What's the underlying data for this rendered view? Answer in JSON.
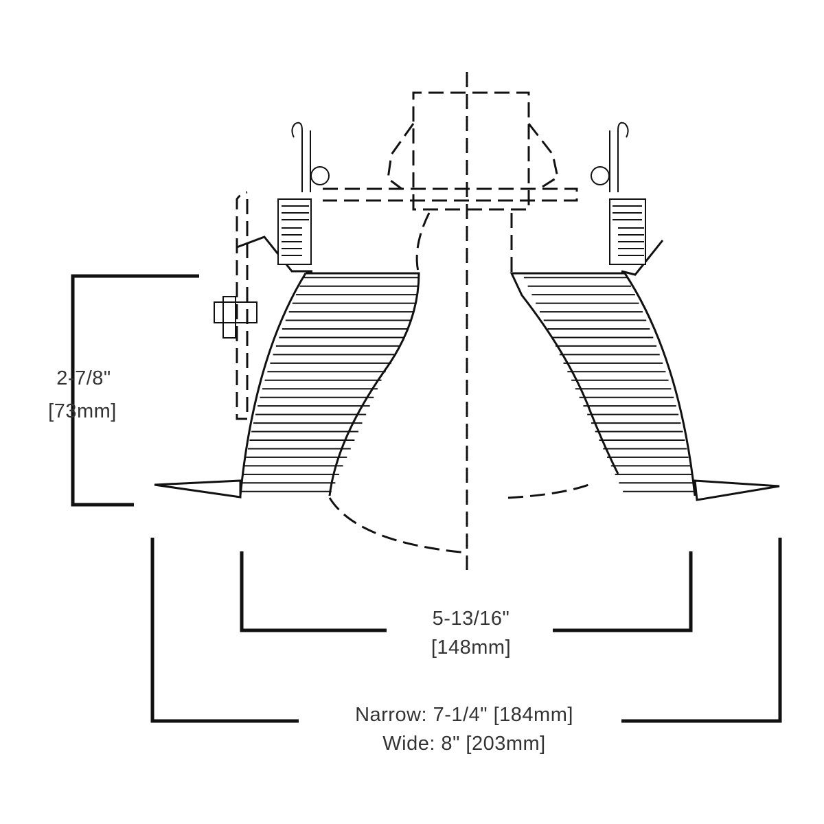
{
  "diagram": {
    "height_dimension": {
      "imperial": "2-7/8\"",
      "metric": "[73mm]"
    },
    "aperture_dimension": {
      "imperial": "5-13/16\"",
      "metric": "[148mm]"
    },
    "flange_dimension": {
      "narrow": "Narrow: 7-1/4\" [184mm]",
      "wide": "Wide: 8\" [203mm]"
    },
    "rib_count": 26
  }
}
